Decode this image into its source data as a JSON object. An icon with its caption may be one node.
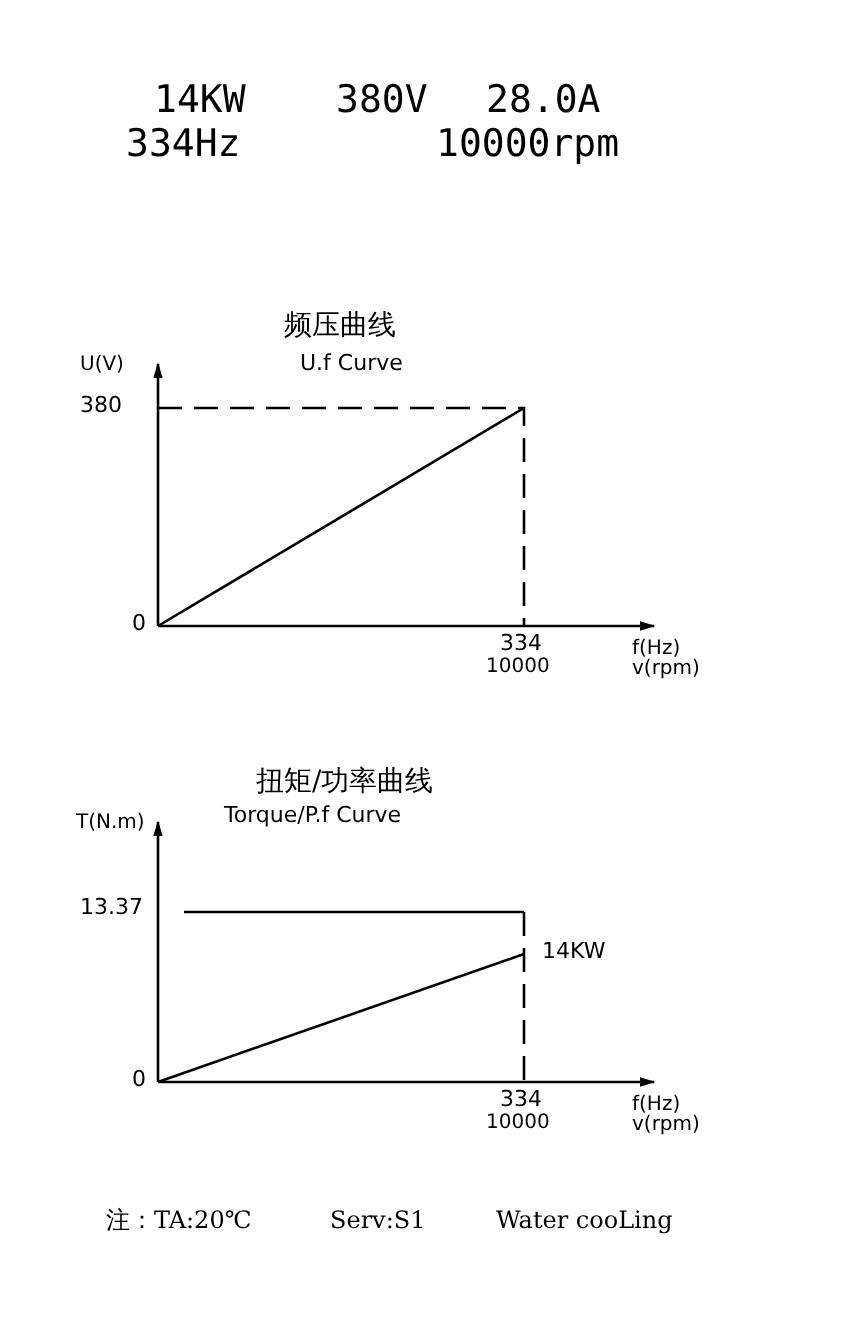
{
  "diagram": {
    "labels": [
      "14KW",
      "380V",
      "28.0A",
      "334Hz",
      "10000rpm",
      "频压曲线",
      "U.f Curve",
      "U(V)",
      "380",
      "0",
      "334",
      "10000",
      "f(Hz)",
      "v(rpm)",
      "扭矩/功率曲线",
      "Torque/P.f Curve",
      "T(N.m)",
      "13.37",
      "14KW",
      "0",
      "334",
      "10000",
      "f(Hz)",
      "v(rpm)",
      "注：TA:20℃",
      "Serv:S1",
      "Water cooLing"
    ]
  }
}
